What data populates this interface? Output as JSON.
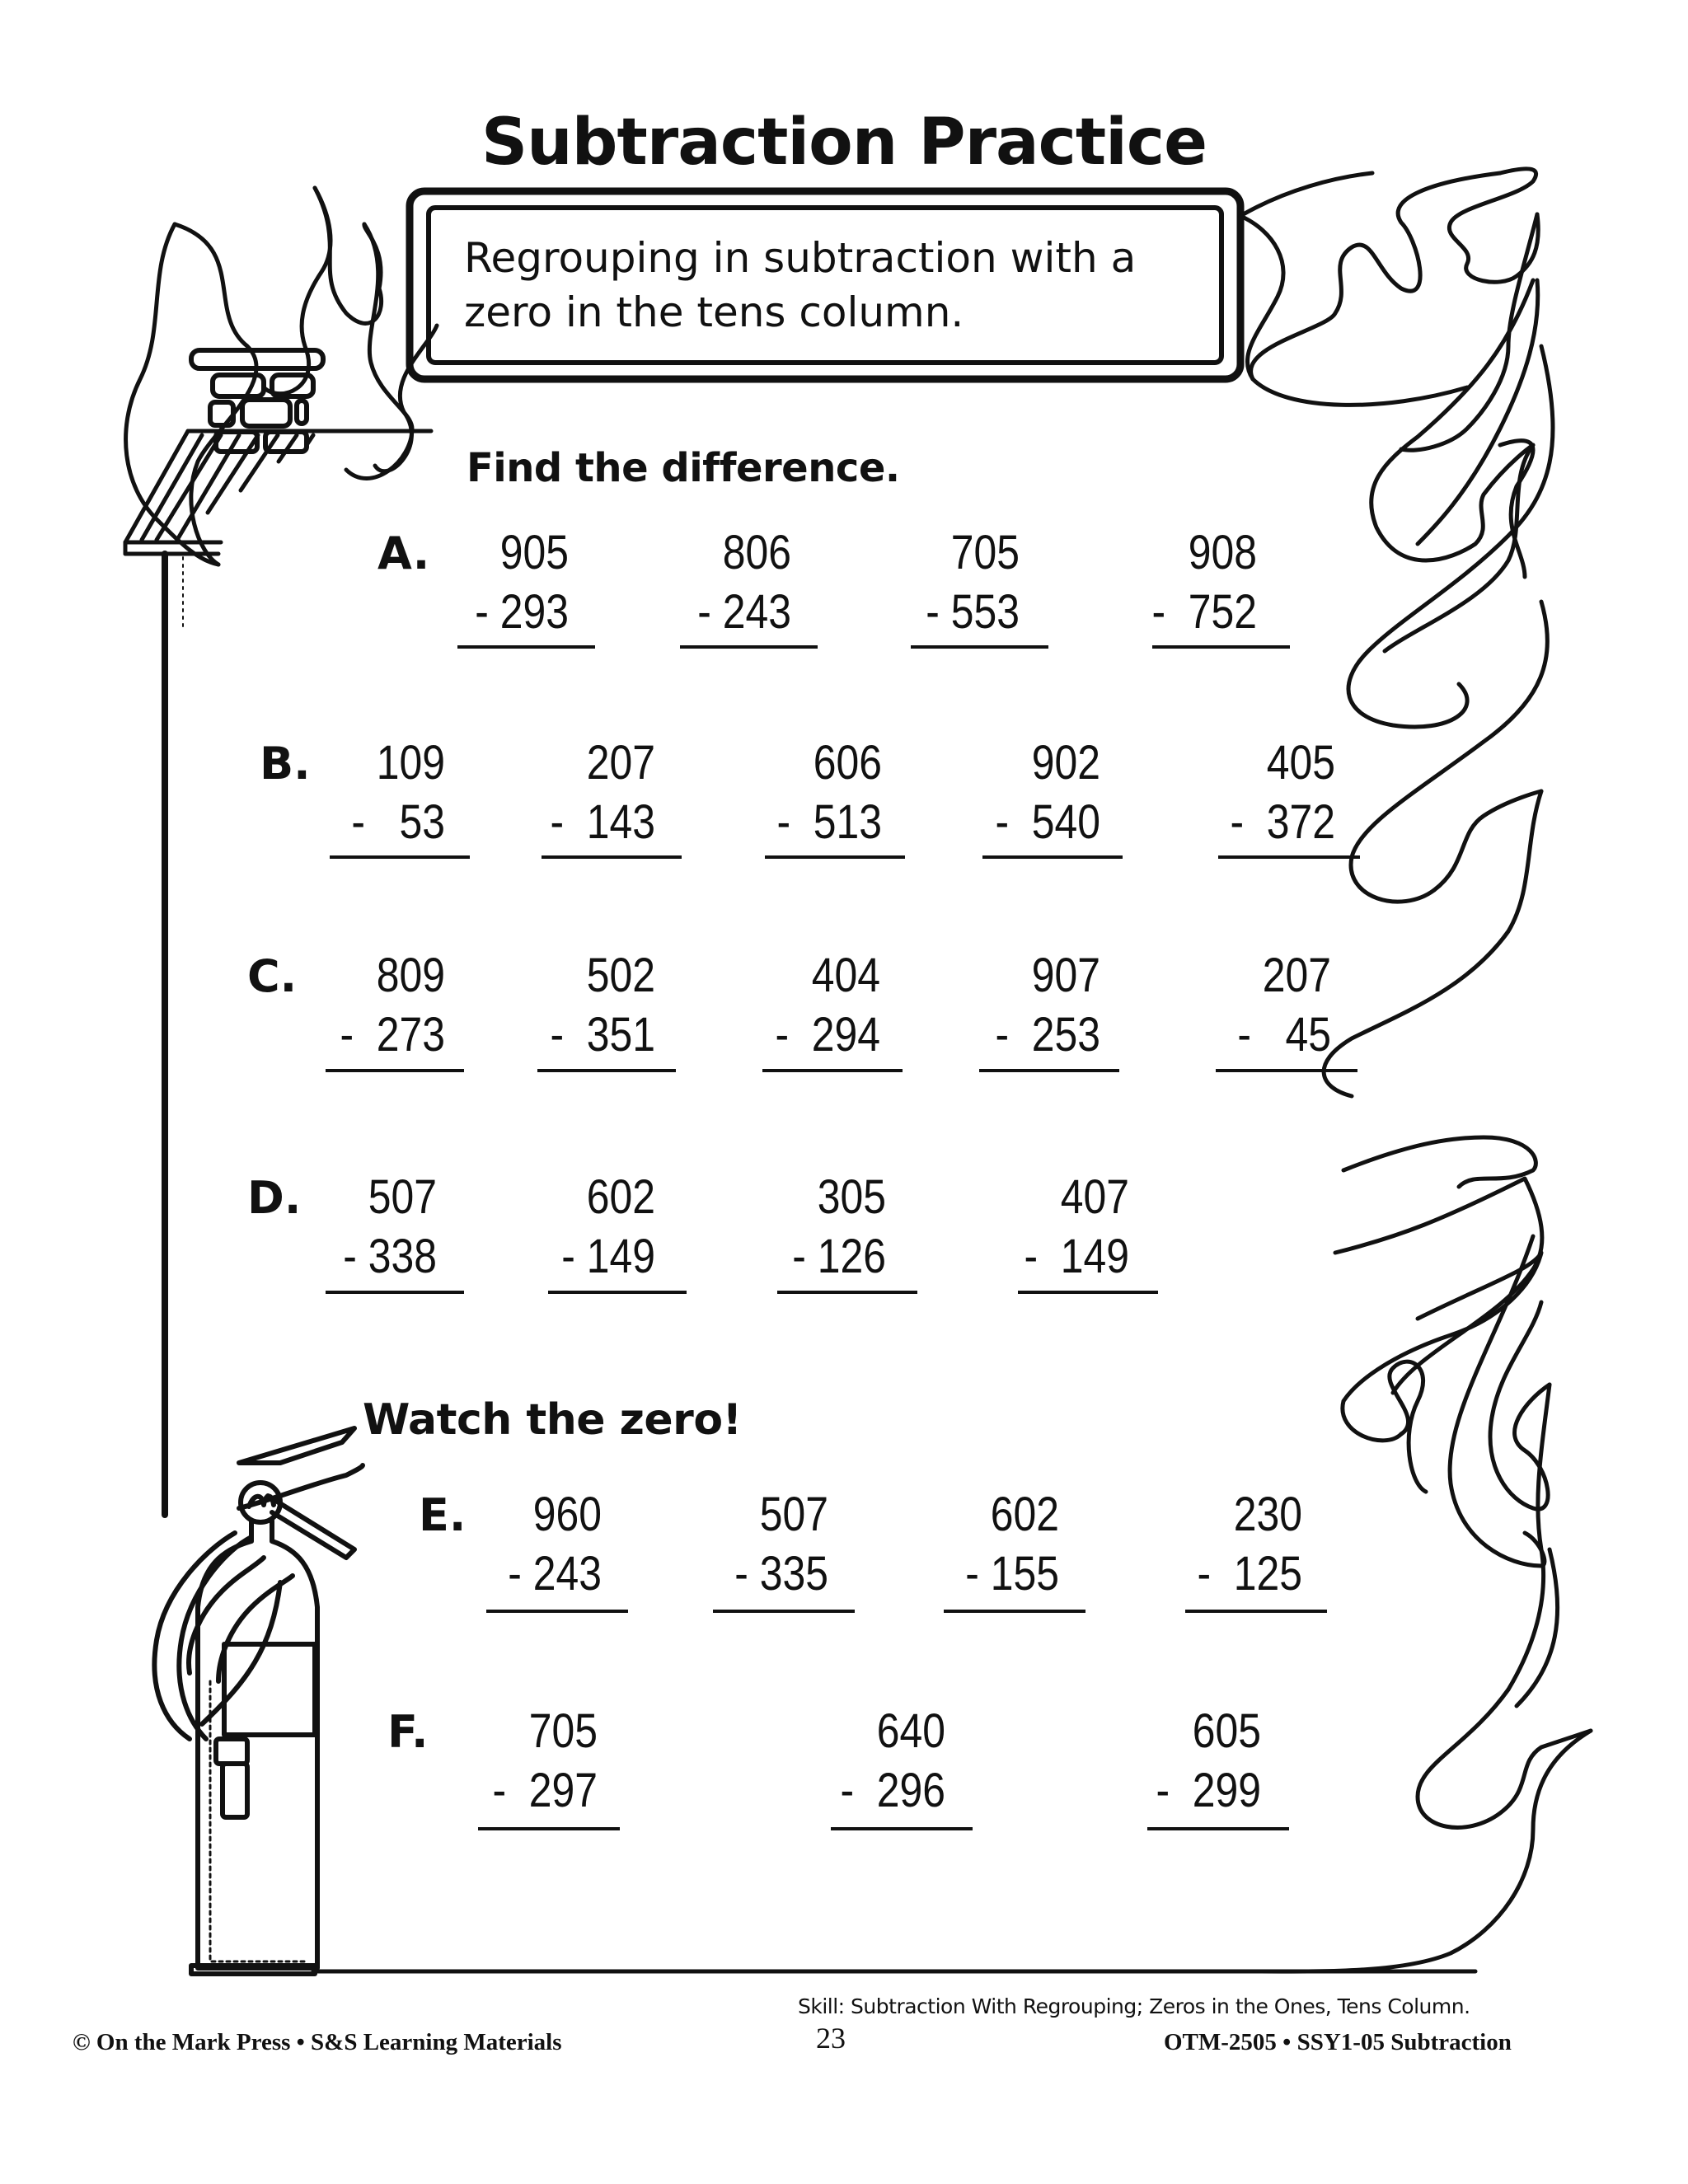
{
  "page": {
    "title": "Subtraction Practice",
    "instruction_box": {
      "line1": "Regrouping in subtraction with a",
      "line2": "zero in the tens column."
    },
    "section1": {
      "heading": "Find the difference.",
      "rows": [
        {
          "label": "A.",
          "problems": [
            {
              "top": "905",
              "bottom": "- 293"
            },
            {
              "top": "806",
              "bottom": "- 243"
            },
            {
              "top": "705",
              "bottom": "- 553"
            },
            {
              "top": "908",
              "bottom": "-  752"
            }
          ]
        },
        {
          "label": "B.",
          "problems": [
            {
              "top": "109",
              "bottom": "-   53"
            },
            {
              "top": "207",
              "bottom": "-  143"
            },
            {
              "top": "606",
              "bottom": "-  513"
            },
            {
              "top": "902",
              "bottom": "-  540"
            },
            {
              "top": "405",
              "bottom": "-  372"
            }
          ]
        },
        {
          "label": "C.",
          "problems": [
            {
              "top": "809",
              "bottom": "-  273"
            },
            {
              "top": "502",
              "bottom": "-  351"
            },
            {
              "top": "404",
              "bottom": "-  294"
            },
            {
              "top": "907",
              "bottom": "-  253"
            },
            {
              "top": "207",
              "bottom": "-   45"
            }
          ]
        },
        {
          "label": "D.",
          "problems": [
            {
              "top": "507",
              "bottom": "- 338"
            },
            {
              "top": "602",
              "bottom": "- 149"
            },
            {
              "top": "305",
              "bottom": "- 126"
            },
            {
              "top": "407",
              "bottom": "-  149"
            }
          ]
        }
      ]
    },
    "section2": {
      "heading": "Watch the zero!",
      "rows": [
        {
          "label": "E.",
          "problems": [
            {
              "top": "960",
              "bottom": "- 243"
            },
            {
              "top": "507",
              "bottom": "- 335"
            },
            {
              "top": "602",
              "bottom": "- 155"
            },
            {
              "top": "230",
              "bottom": "-  125"
            }
          ]
        },
        {
          "label": "F.",
          "problems": [
            {
              "top": "705",
              "bottom": "-  297"
            },
            {
              "top": "640",
              "bottom": "-  296"
            },
            {
              "top": "605",
              "bottom": "-  299"
            }
          ]
        }
      ]
    },
    "footer": {
      "skill": "Skill:  Subtraction With Regrouping; Zeros in the Ones, Tens Column.",
      "copyright": "© On the Mark Press • S&S Learning Materials",
      "page_number": "23",
      "product_code": "OTM-2505 • SSY1-05 Subtraction"
    },
    "illustrations": [
      "flame-border",
      "chimney-with-flames",
      "fire-extinguisher"
    ],
    "colors": {
      "ink": "#111111",
      "paper": "#ffffff"
    }
  }
}
